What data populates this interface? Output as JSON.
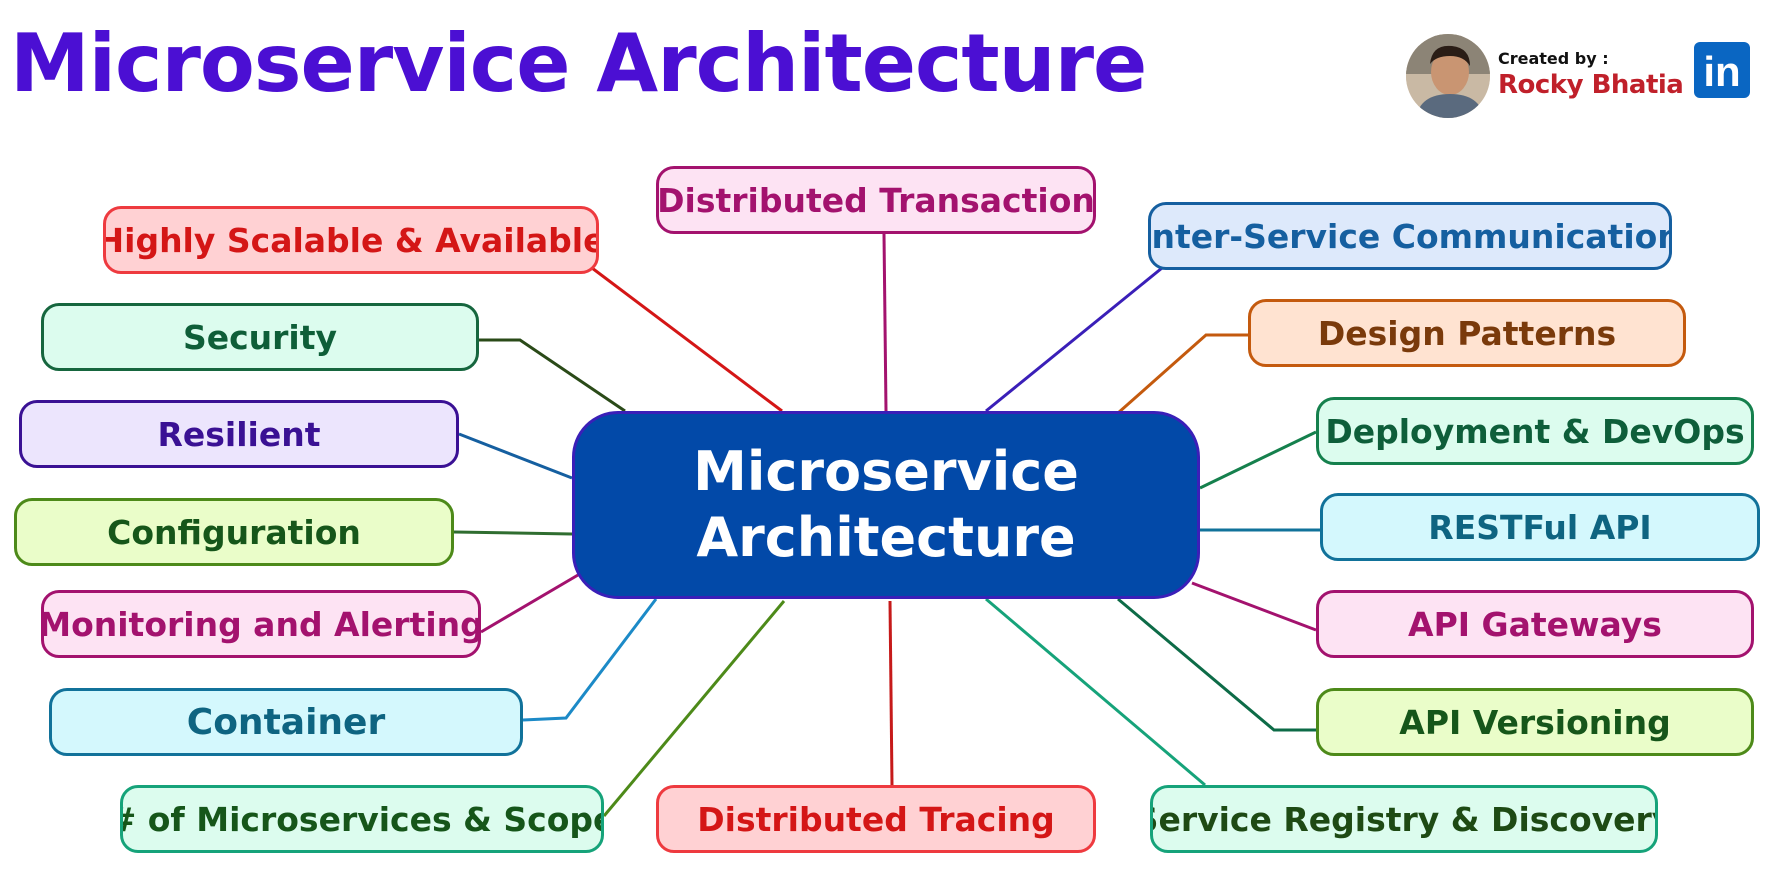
{
  "title": "Microservice Architecture",
  "credit": {
    "label": "Created by :",
    "author": "Rocky Bhatia",
    "avatar_icon": "author-avatar-photo",
    "social_icon": "linkedin-icon",
    "social_text": "in",
    "author_color": "#c0202a",
    "social_color": "#0a66c2"
  },
  "center": {
    "line1": "Microservice",
    "line2": "Architecture",
    "fill": "#0249a8",
    "border": "#3a1fb8"
  },
  "nodes": [
    {
      "id": "distributed-transaction",
      "label": "Distributed Transaction",
      "text": "#a3126e",
      "fill": "#fde3f3",
      "border": "#a3126e"
    },
    {
      "id": "highly-scalable-available",
      "label": "Highly Scalable & Available",
      "text": "#d41616",
      "fill": "#ffd1d3",
      "border": "#ee3a3f"
    },
    {
      "id": "inter-service-communication",
      "label": "Inter-Service Communication",
      "text": "#155fa0",
      "fill": "#dde9fb",
      "border": "#155fa0"
    },
    {
      "id": "security",
      "label": "Security",
      "text": "#0e5e38",
      "fill": "#dcfcee",
      "border": "#16663e"
    },
    {
      "id": "design-patterns",
      "label": "Design Patterns",
      "text": "#7a3a0b",
      "fill": "#ffe3d1",
      "border": "#c45a0e"
    },
    {
      "id": "resilient",
      "label": "Resilient",
      "text": "#3a1194",
      "fill": "#ece5fd",
      "border": "#3a1194"
    },
    {
      "id": "deployment-devops",
      "label": "Deployment & DevOps",
      "text": "#0e5e3a",
      "fill": "#dcfcee",
      "border": "#15804d"
    },
    {
      "id": "configuration",
      "label": "Configuration",
      "text": "#16561a",
      "fill": "#eafdc9",
      "border": "#4d8a19"
    },
    {
      "id": "restful-api",
      "label": "RESTFul API",
      "text": "#0e6481",
      "fill": "#d4f8fd",
      "border": "#11729a"
    },
    {
      "id": "monitoring-alerting",
      "label": "Monitoring and Alerting",
      "text": "#a3126e",
      "fill": "#fde3f3",
      "border": "#a3126e"
    },
    {
      "id": "api-gateways",
      "label": "API Gateways",
      "text": "#a3126e",
      "fill": "#fde3f3",
      "border": "#a3126e"
    },
    {
      "id": "container",
      "label": "Container",
      "text": "#0e6481",
      "fill": "#d4f8fd",
      "border": "#11729a"
    },
    {
      "id": "api-versioning",
      "label": "API Versioning",
      "text": "#16561a",
      "fill": "#eafdc9",
      "border": "#4d8a19"
    },
    {
      "id": "microservices-scope",
      "label": "# of Microservices & Scope",
      "text": "#16561a",
      "fill": "#dcfcee",
      "border": "#16a37a"
    },
    {
      "id": "distributed-tracing",
      "label": "Distributed Tracing",
      "text": "#d41616",
      "fill": "#ffd1d3",
      "border": "#ee3a3f"
    },
    {
      "id": "service-registry-discovery",
      "label": "Service Registry & Discovery",
      "text": "#1e4a14",
      "fill": "#dcfcee",
      "border": "#16a37a"
    }
  ],
  "connector_colors": {
    "distributed-transaction": "#a3126e",
    "highly-scalable-available": "#d41616",
    "inter-service-communication": "#3a1fb8",
    "security": "#2a4a18",
    "design-patterns": "#c45a0e",
    "resilient": "#155fa0",
    "deployment-devops": "#15804d",
    "configuration": "#2f6d30",
    "restful-api": "#11729a",
    "monitoring-alerting": "#a3126e",
    "api-gateways": "#a3126e",
    "container": "#1c8ac7",
    "api-versioning": "#0d6b47",
    "microservices-scope": "#4d8a19",
    "distributed-tracing": "#c61a1a",
    "service-registry-discovery": "#16a37a"
  }
}
